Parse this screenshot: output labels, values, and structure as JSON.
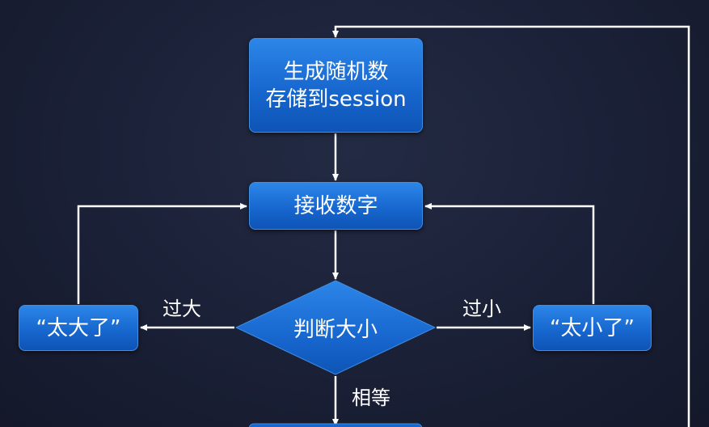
{
  "nodes": {
    "generate": {
      "line1": "生成随机数",
      "line2": "存储到session"
    },
    "receive": "接收数字",
    "judge": "判断大小",
    "too_big": "“太大了”",
    "too_small": "“太小了”"
  },
  "edges": {
    "greater": "过大",
    "smaller": "过小",
    "equal": "相等"
  },
  "colors": {
    "node_fill": "#1767cf",
    "node_border": "#3f8ee6",
    "connector": "#ffffff",
    "background": "#1a2036"
  }
}
